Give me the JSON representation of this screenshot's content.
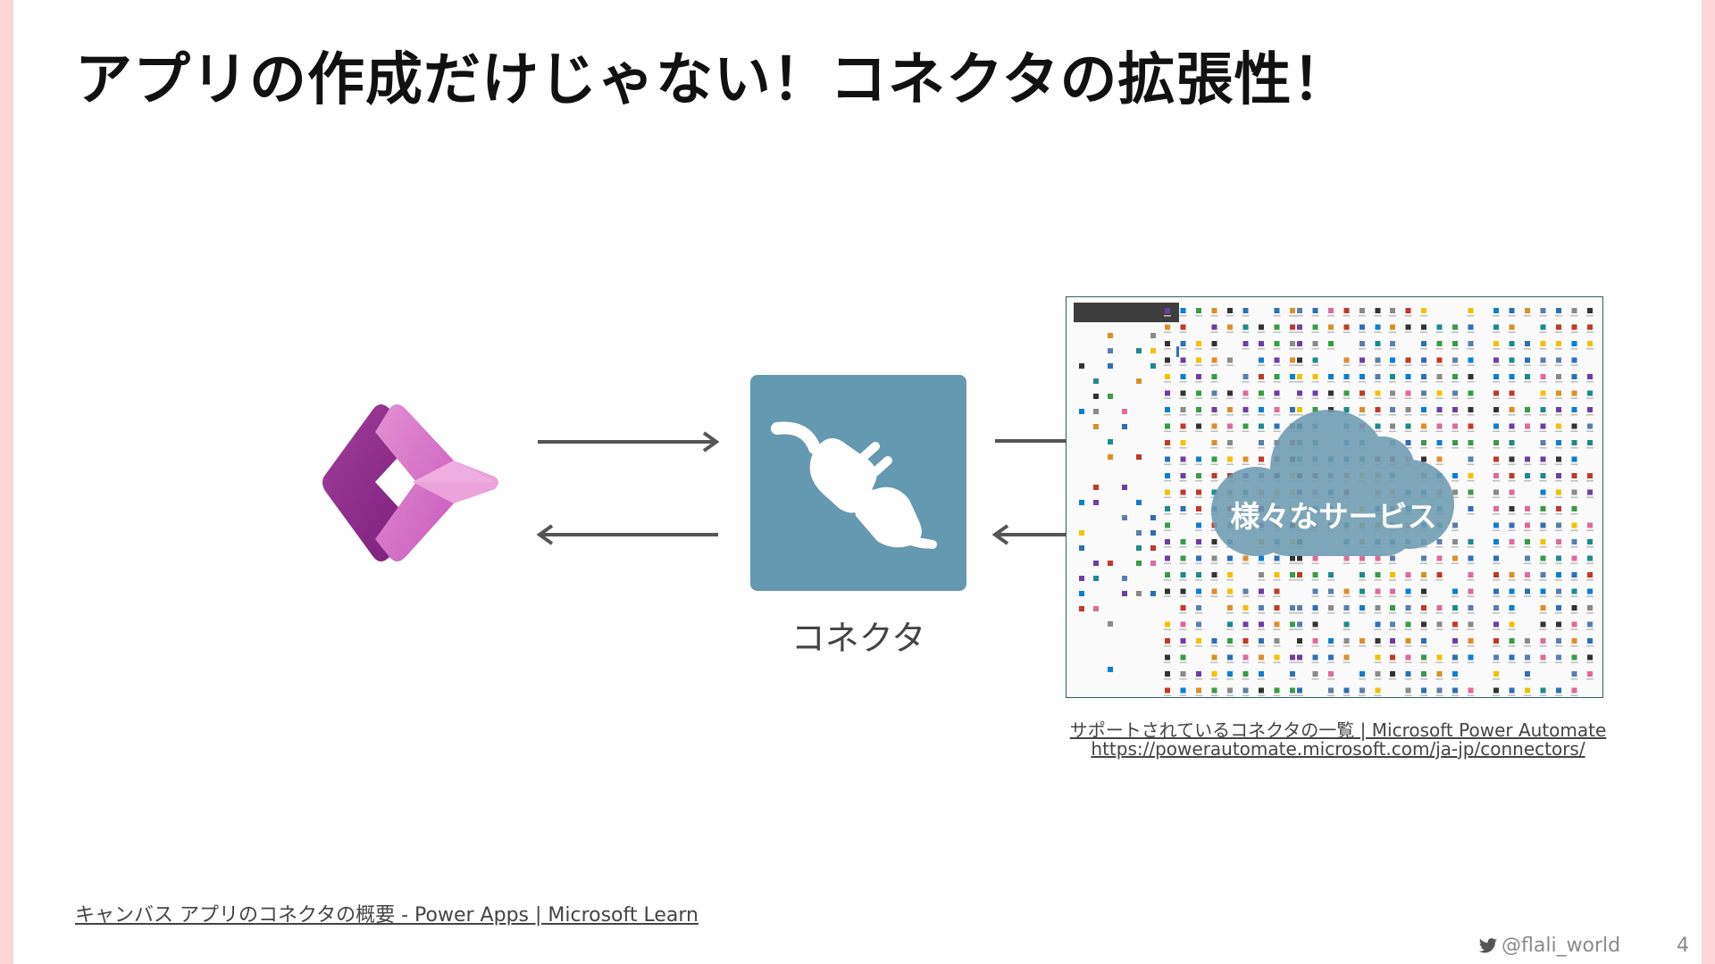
{
  "slide": {
    "title": "アプリの作成だけじゃない！コネクタの拡張性！",
    "connector_label": "コネクタ",
    "cloud_label": "様々なサービス",
    "reference_connectors_title": "サポートされているコネクタの一覧 | Microsoft Power Automate",
    "reference_connectors_url": "https://powerautomate.microsoft.com/ja-jp/connectors/",
    "reference_canvas": "キャンバス アプリのコネクタの概要 - Power Apps | Microsoft Learn",
    "twitter_handle": "@flali_world",
    "page_number": "4"
  },
  "icons": {
    "app_logo": "power-apps-icon",
    "connector": "plug-icon",
    "cloud": "cloud-icon",
    "twitter": "twitter-bird-icon"
  },
  "colors": {
    "edge": "#fcd6d8",
    "connector_box": "#6499b1",
    "cloud": "#6d9bb3",
    "arrow": "#555555",
    "text": "#444444"
  }
}
